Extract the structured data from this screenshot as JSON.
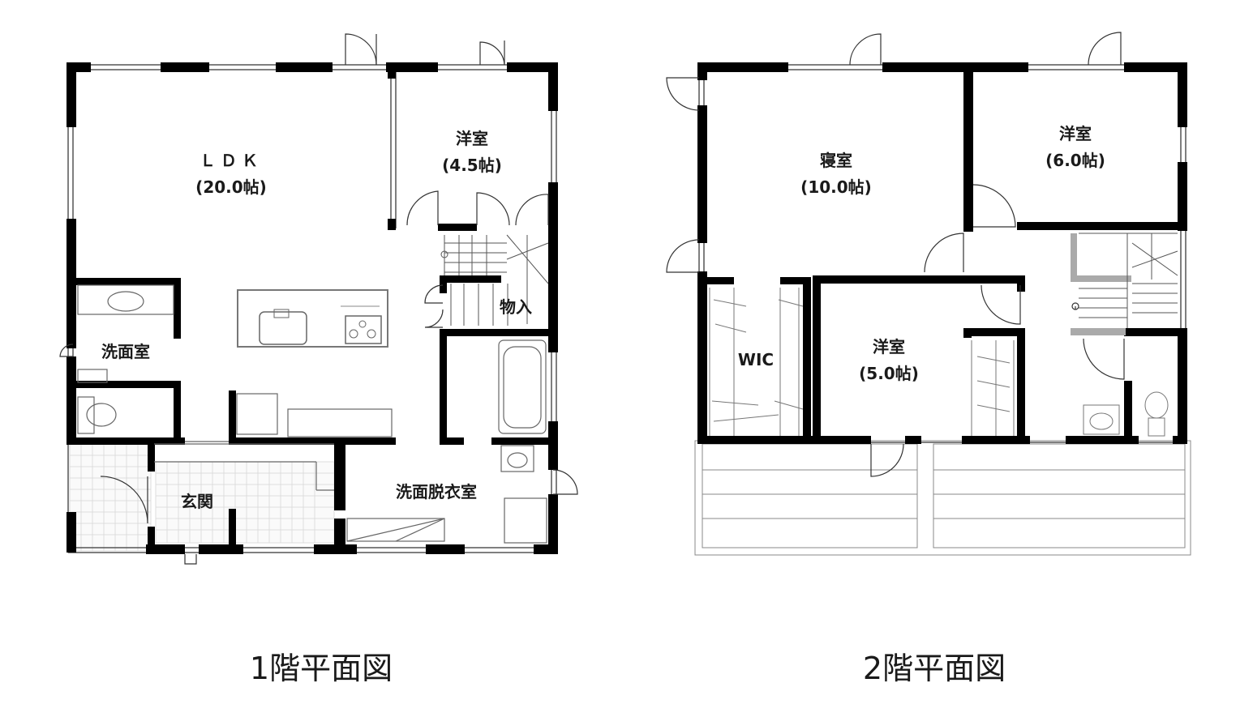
{
  "floor1": {
    "title": "1階平面図",
    "rooms": {
      "ldk": {
        "name": "ＬＤＫ",
        "size": "(20.0帖)"
      },
      "western": {
        "name": "洋室",
        "size": "(4.5帖)"
      },
      "storage": {
        "name": "物入"
      },
      "washroom": {
        "name": "洗面室"
      },
      "entrance": {
        "name": "玄関"
      },
      "dressing": {
        "name": "洗面脱衣室"
      }
    }
  },
  "floor2": {
    "title": "2階平面図",
    "rooms": {
      "bedroom": {
        "name": "寝室",
        "size": "(10.0帖)"
      },
      "western6": {
        "name": "洋室",
        "size": "(6.0帖)"
      },
      "western5": {
        "name": "洋室",
        "size": "(5.0帖)"
      },
      "wic": {
        "name": "WIC"
      }
    }
  }
}
